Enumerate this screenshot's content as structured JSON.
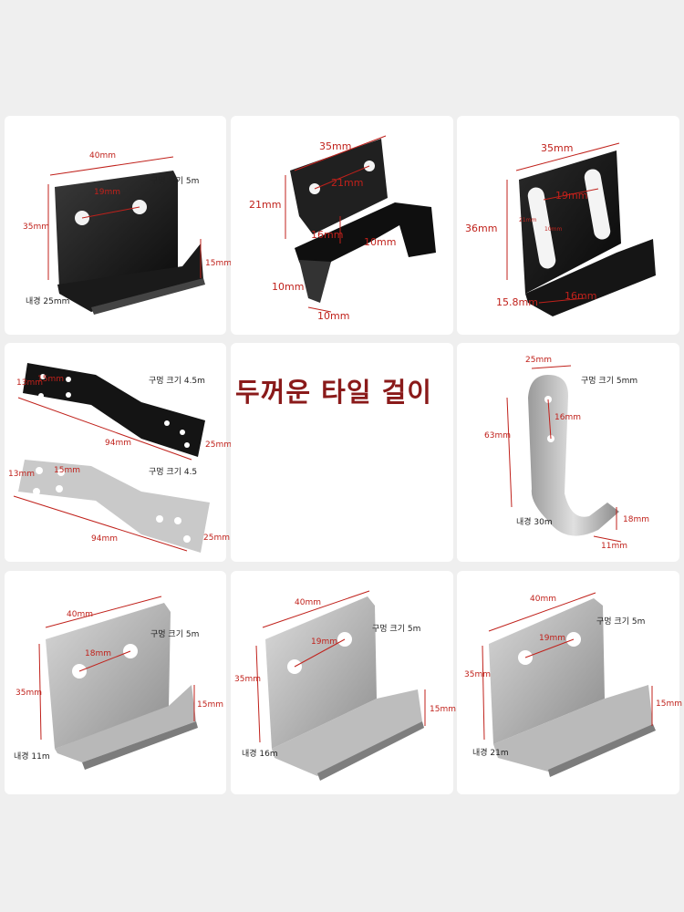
{
  "title": "두꺼운 타일 걸이",
  "panels": {
    "p1": {
      "width": "40mm",
      "hole_gap": "19mm",
      "hole_size": "구멍 크기 5m",
      "height": "35mm",
      "lip": "15mm",
      "inner": "내경 25mm"
    },
    "p2": {
      "width": "35mm",
      "hole_gap": "21mm",
      "height": "21mm",
      "inner_h": "16mm",
      "notch_w": "10mm",
      "foot_h": "10mm",
      "foot_w": "10mm"
    },
    "p3": {
      "width": "35mm",
      "slot_gap": "19mm",
      "height": "36mm",
      "small_a": "21mm",
      "small_b": "10mm",
      "depth": "15.8mm",
      "lip": "16mm"
    },
    "p4": {
      "top_a": "13mm",
      "top_b": "15mm",
      "top_hole": "구멍 크기 4.5m",
      "top_len": "94mm",
      "top_w": "25mm",
      "bot_a": "13mm",
      "bot_b": "15mm",
      "bot_hole": "구멍 크기 4.5",
      "bot_len": "94mm",
      "bot_w": "25mm"
    },
    "p6": {
      "width": "25mm",
      "hole_size": "구멍 크기 5mm",
      "height": "63mm",
      "hole_gap": "16mm",
      "inner": "내경 30m",
      "hook_h": "18mm",
      "hook_w": "11mm"
    },
    "p7": {
      "width": "40mm",
      "hole_size": "구멍 크기 5m",
      "hole_gap": "18mm",
      "height": "35mm",
      "lip": "15mm",
      "inner": "내경 11m"
    },
    "p8": {
      "width": "40mm",
      "hole_size": "구멍 크기 5m",
      "hole_gap": "19mm",
      "height": "35mm",
      "lip": "15mm",
      "inner": "내경 16m"
    },
    "p9": {
      "width": "40mm",
      "hole_size": "구멍 크기 5m",
      "hole_gap": "19mm",
      "height": "35mm",
      "lip": "15mm",
      "inner": "내경 21m"
    }
  }
}
